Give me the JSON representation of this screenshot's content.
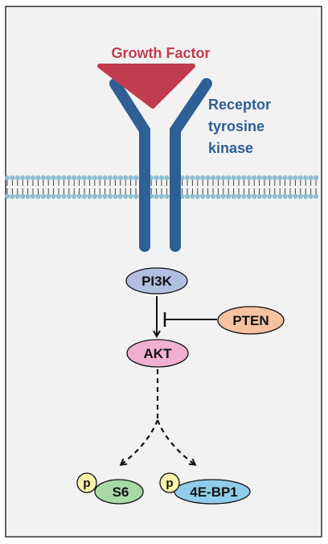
{
  "ligand": {
    "label": "Growth Factor",
    "color": "#c23b4e"
  },
  "receptor": {
    "label_lines": [
      "Receptor",
      "tyrosine",
      "kinase"
    ],
    "color": "#2e5f95"
  },
  "membrane": {
    "head_color": "#8dbfd0"
  },
  "nodes": {
    "pi3k": {
      "label": "PI3K",
      "fill": "#b3bfe0"
    },
    "pten": {
      "label": "PTEN",
      "fill": "#f7c29f"
    },
    "akt": {
      "label": "AKT",
      "fill": "#f0b0cf"
    },
    "s6": {
      "label": "S6",
      "fill": "#a8d8a6"
    },
    "ebp1": {
      "label": "4E-BP1",
      "fill": "#90cdea"
    }
  },
  "phospho": {
    "label": "p",
    "fill": "#fbf3a8"
  },
  "edges": [
    {
      "from": "PI3K",
      "to": "AKT",
      "type": "activation"
    },
    {
      "from": "PTEN",
      "to": "PI3K-AKT",
      "type": "inhibition"
    },
    {
      "from": "AKT",
      "to": "S6",
      "type": "indirect"
    },
    {
      "from": "AKT",
      "to": "4E-BP1",
      "type": "indirect"
    }
  ]
}
